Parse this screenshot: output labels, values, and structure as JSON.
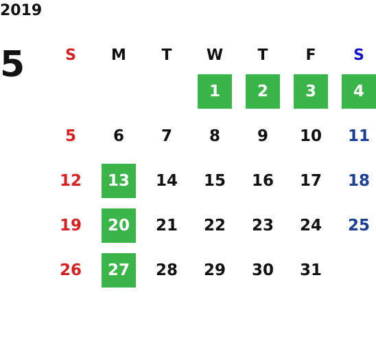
{
  "calendar": {
    "year": "2019",
    "month": "5",
    "weekdays": [
      "S",
      "M",
      "T",
      "W",
      "T",
      "F",
      "S"
    ],
    "first_weekday_index": 3,
    "days": [
      "1",
      "2",
      "3",
      "4",
      "5",
      "6",
      "7",
      "8",
      "9",
      "10",
      "11",
      "12",
      "13",
      "14",
      "15",
      "16",
      "17",
      "18",
      "19",
      "20",
      "21",
      "22",
      "23",
      "24",
      "25",
      "26",
      "27",
      "28",
      "29",
      "30",
      "31"
    ],
    "highlighted_days": [
      "1",
      "2",
      "3",
      "4",
      "13",
      "20",
      "27"
    ],
    "colors": {
      "sunday": "#d9201f",
      "saturday": "#1a3f98",
      "saturday_header": "#1414d4",
      "text": "#111111",
      "highlight": "#3ab54a",
      "highlight_text": "#ffffff"
    }
  }
}
